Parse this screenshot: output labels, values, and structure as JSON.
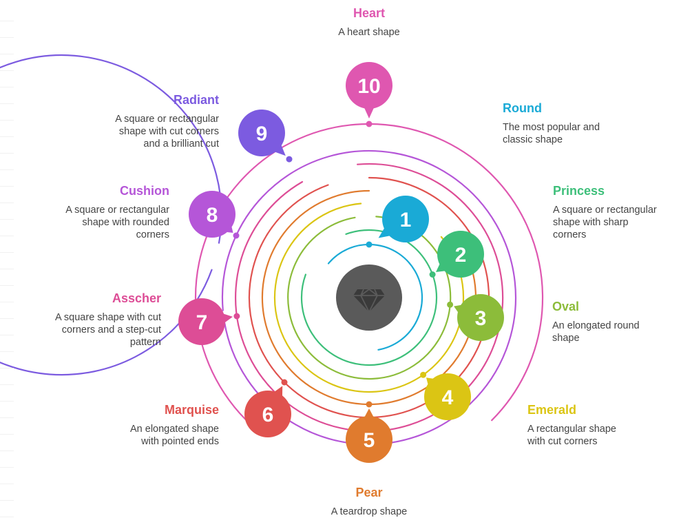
{
  "hub": {
    "icon": "diamond-icon",
    "color": "#5a5a5a"
  },
  "shapes": [
    {
      "num": "1",
      "title": "Round",
      "desc": [
        "The most popular and",
        "classic shape"
      ],
      "color": "#1aaad6"
    },
    {
      "num": "2",
      "title": "Princess",
      "desc": [
        "A square or rectangular",
        "shape with sharp",
        "corners"
      ],
      "color": "#3dbf7a"
    },
    {
      "num": "3",
      "title": "Oval",
      "desc": [
        "An elongated round",
        "shape"
      ],
      "color": "#8cbc3a"
    },
    {
      "num": "4",
      "title": "Emerald",
      "desc": [
        "A rectangular shape",
        "with cut corners"
      ],
      "color": "#dbc514"
    },
    {
      "num": "5",
      "title": "Pear",
      "desc": [
        "A teardrop shape"
      ],
      "color": "#e07b2e"
    },
    {
      "num": "6",
      "title": "Marquise",
      "desc": [
        "An elongated shape",
        "with pointed ends"
      ],
      "color": "#e0524f"
    },
    {
      "num": "7",
      "title": "Asscher",
      "desc": [
        "A square shape with cut",
        "corners and a step-cut",
        "pattern"
      ],
      "color": "#dd4d96"
    },
    {
      "num": "8",
      "title": "Cushion",
      "desc": [
        "A square or rectangular",
        "shape with rounded",
        "corners"
      ],
      "color": "#b556d8"
    },
    {
      "num": "9",
      "title": "Radiant",
      "desc": [
        "A square or rectangular",
        "shape with cut corners",
        "and a brilliant cut"
      ],
      "color": "#7c5be0"
    },
    {
      "num": "10",
      "title": "Heart",
      "desc": [
        "A heart shape"
      ],
      "color": "#df57b0"
    }
  ]
}
